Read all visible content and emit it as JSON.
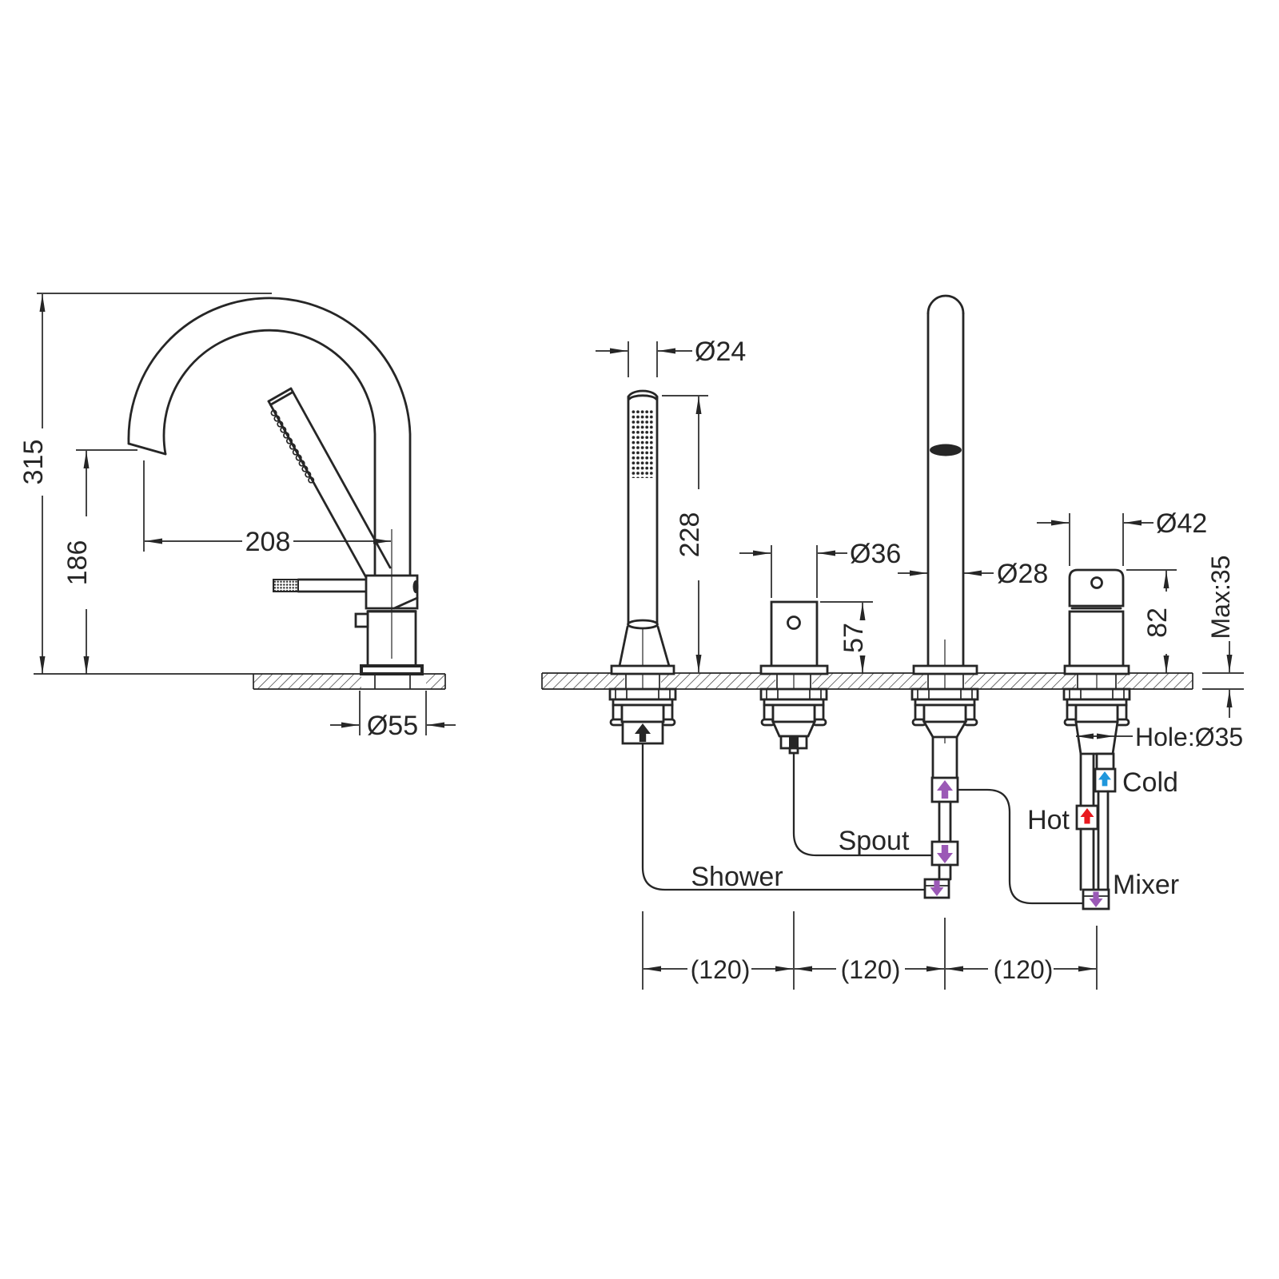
{
  "drawing": {
    "side_view": {
      "total_height": "315",
      "spout_height": "186",
      "reach": "208",
      "base_diameter": "Ø55"
    },
    "front_view": {
      "handshower_diameter": "Ø24",
      "handshower_height": "228",
      "diverter_diameter": "Ø36",
      "diverter_height": "57",
      "spout_diameter": "Ø28",
      "mixer_diameter": "Ø42",
      "mixer_height": "82",
      "max_deck_thickness": "Max:35",
      "hole_diameter": "Hole:Ø35",
      "spacing": [
        "(120)",
        "(120)",
        "(120)"
      ]
    },
    "labels": {
      "shower": "Shower",
      "spout": "Spout",
      "mixer": "Mixer",
      "hot": "Hot",
      "cold": "Cold"
    },
    "colors": {
      "line": "#262626",
      "purple": "#9b59b6",
      "red": "#e8191f",
      "blue": "#1f97dc"
    }
  }
}
